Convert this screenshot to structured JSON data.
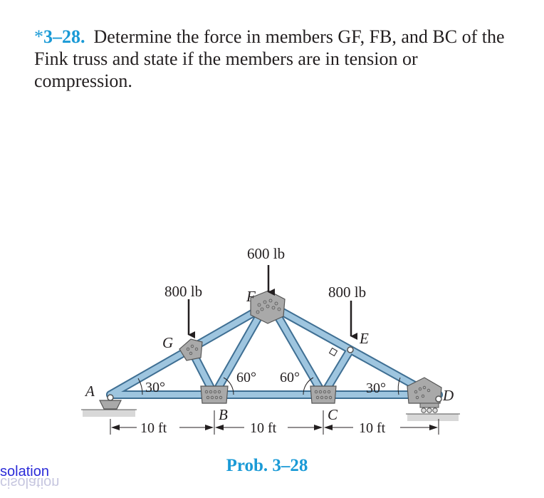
{
  "problem": {
    "number": "3–28.",
    "star": "*",
    "statement": "Determine the force in members GF, FB, and BC of the Fink truss and state if the members are in tension or compression."
  },
  "figure": {
    "loads": {
      "F": "600 lb",
      "G": "800 lb",
      "E": "800 lb"
    },
    "node_labels": {
      "A": "A",
      "B": "B",
      "C": "C",
      "D": "D",
      "E": "E",
      "F": "F",
      "G": "G"
    },
    "angles": {
      "A": "30°",
      "B": "60°",
      "C": "60°",
      "D": "30°"
    },
    "dimensions": [
      "10 ft",
      "10 ft",
      "10 ft"
    ]
  },
  "caption": "Prob. 3–28",
  "watermark": {
    "text": "solation",
    "reflection": "cisolation"
  },
  "colors": {
    "accent": "#1a9ad6",
    "member_fill": "#9ec5df",
    "member_edge": "#3f6f93",
    "plate": "#a9a9a9",
    "watermark": "#2a2ad8"
  }
}
